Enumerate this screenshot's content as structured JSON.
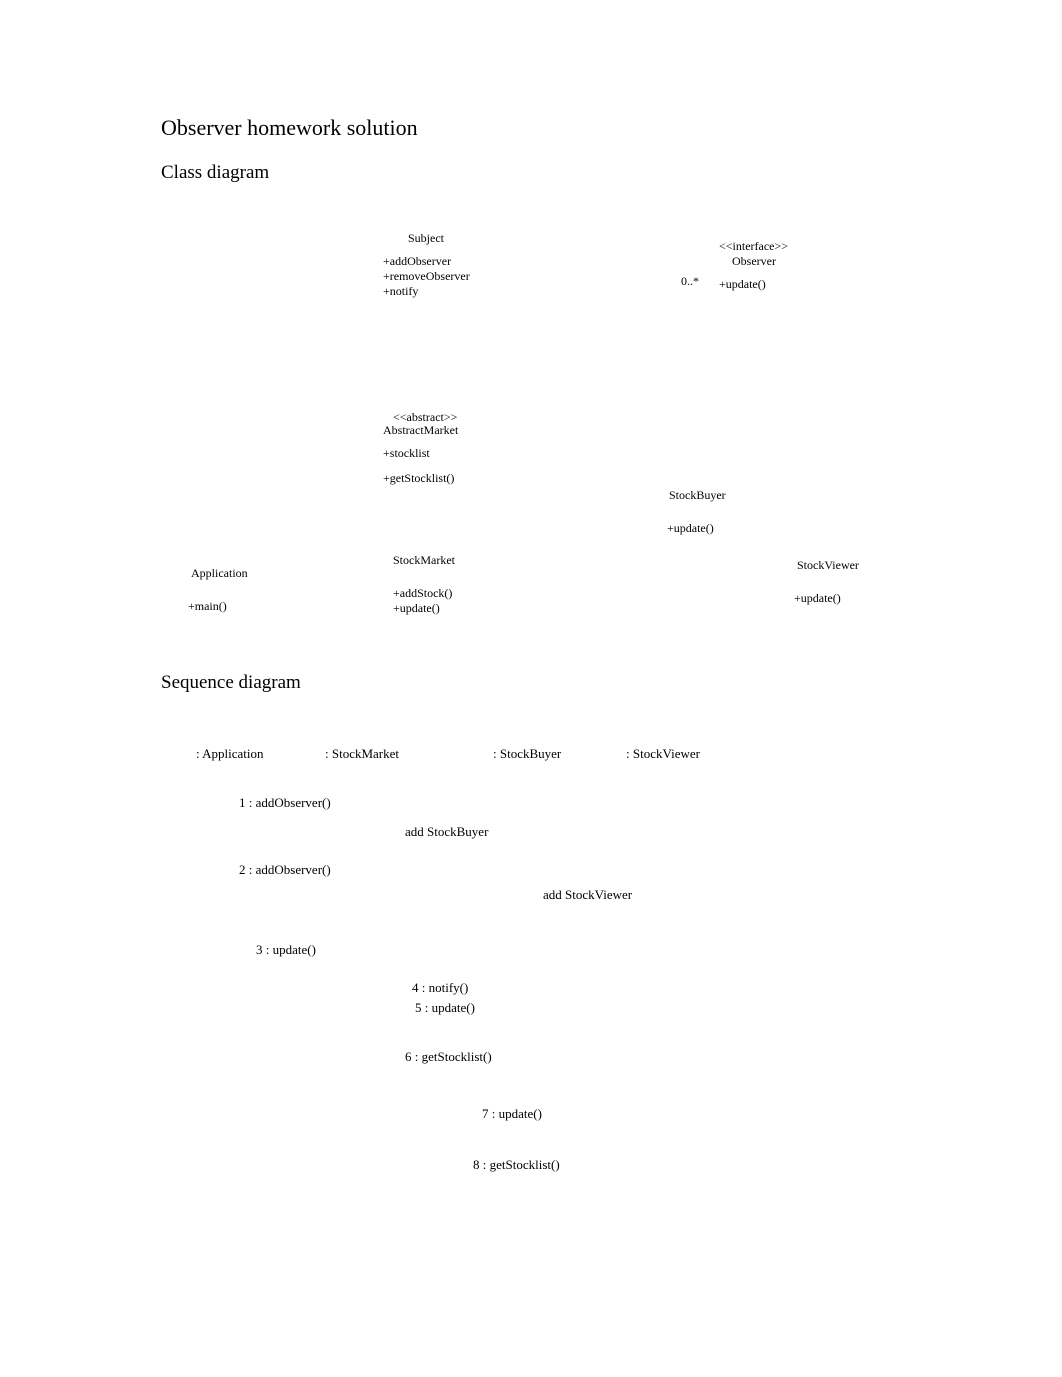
{
  "title": "Observer homework solution",
  "sections": {
    "class_diagram": "Class diagram",
    "sequence_diagram": "Sequence diagram"
  },
  "class_diagram": {
    "subject": {
      "name": "Subject",
      "methods": [
        "+addObserver",
        "+removeObserver",
        "+notify"
      ]
    },
    "observer": {
      "stereotype": "<<interface>>",
      "name": "Observer",
      "methods": [
        "+update()"
      ]
    },
    "multiplicity": "0..*",
    "abstract_market": {
      "stereotype": "<<abstract>>",
      "name": "AbstractMarket",
      "attributes": [
        "+stocklist"
      ],
      "methods": [
        "+getStocklist()"
      ]
    },
    "stock_buyer": {
      "name": "StockBuyer",
      "methods": [
        "+update()"
      ]
    },
    "application": {
      "name": "Application",
      "methods": [
        "+main()"
      ]
    },
    "stock_market": {
      "name": "StockMarket",
      "methods": [
        "+addStock()",
        "+update()"
      ]
    },
    "stock_viewer": {
      "name": "StockViewer",
      "methods": [
        "+update()"
      ]
    }
  },
  "sequence_diagram": {
    "lifelines": [
      ": Application",
      ": StockMarket",
      ": StockBuyer",
      ": StockViewer"
    ],
    "messages": [
      "1 : addObserver()",
      "add StockBuyer",
      "2 : addObserver()",
      "add StockViewer",
      "3 : update()",
      "4 : notify()",
      "5 : update()",
      "6 : getStocklist()",
      "7 : update()",
      "8 : getStocklist()"
    ]
  }
}
